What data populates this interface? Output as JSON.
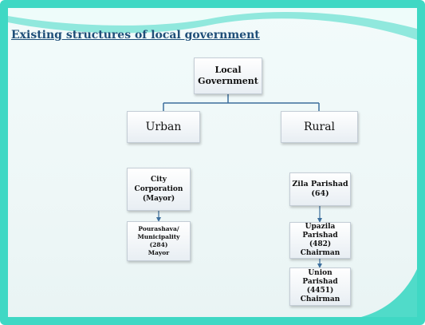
{
  "slide": {
    "title": "Existing structures of local government",
    "colors": {
      "border": "#3fd8c4",
      "title": "#1f4e78",
      "connector": "#3c6e9c"
    }
  },
  "diagram": {
    "root": {
      "line1": "Local",
      "line2": "Government"
    },
    "urban": {
      "label": "Urban",
      "items": [
        {
          "line1": "City",
          "line2": "Corporation",
          "line3": "(Mayor)"
        },
        {
          "line1": "Pourashava/",
          "line2": "Municipality (284)",
          "line3": "Mayor"
        }
      ]
    },
    "rural": {
      "label": "Rural",
      "items": [
        {
          "line1": "Zila Parishad",
          "line2": "(64)"
        },
        {
          "line1": "Upazila",
          "line2": "Parishad (482)",
          "line3": "Chairman"
        },
        {
          "line1": "Union",
          "line2": "Parishad (4451)",
          "line3": "Chairman"
        }
      ]
    }
  }
}
